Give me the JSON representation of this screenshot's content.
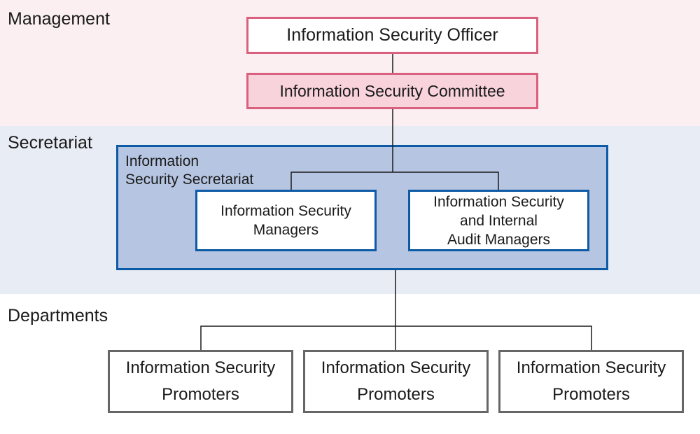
{
  "bands": {
    "management": "Management",
    "secretariat": "Secretariat",
    "departments": "Departments"
  },
  "management": {
    "officer": "Information Security Officer",
    "committee": "Information Security Committee"
  },
  "secretariat": {
    "title": "Information\nSecurity Secretariat",
    "managers": "Information Security\nManagers",
    "audit_managers": "Information Security\nand Internal\nAudit Managers"
  },
  "departments": {
    "promoters": [
      "Information Security\nPromoters",
      "Information Security\nPromoters",
      "Information Security\nPromoters"
    ]
  },
  "colors": {
    "management_band": "#fbeff1",
    "secretariat_band": "#e8ecf4",
    "management_border": "#d9607e",
    "committee_fill": "#f9d3dc",
    "secretariat_border": "#0d5aa6",
    "secretariat_fill": "#b6c5e2",
    "department_border": "#666666"
  }
}
